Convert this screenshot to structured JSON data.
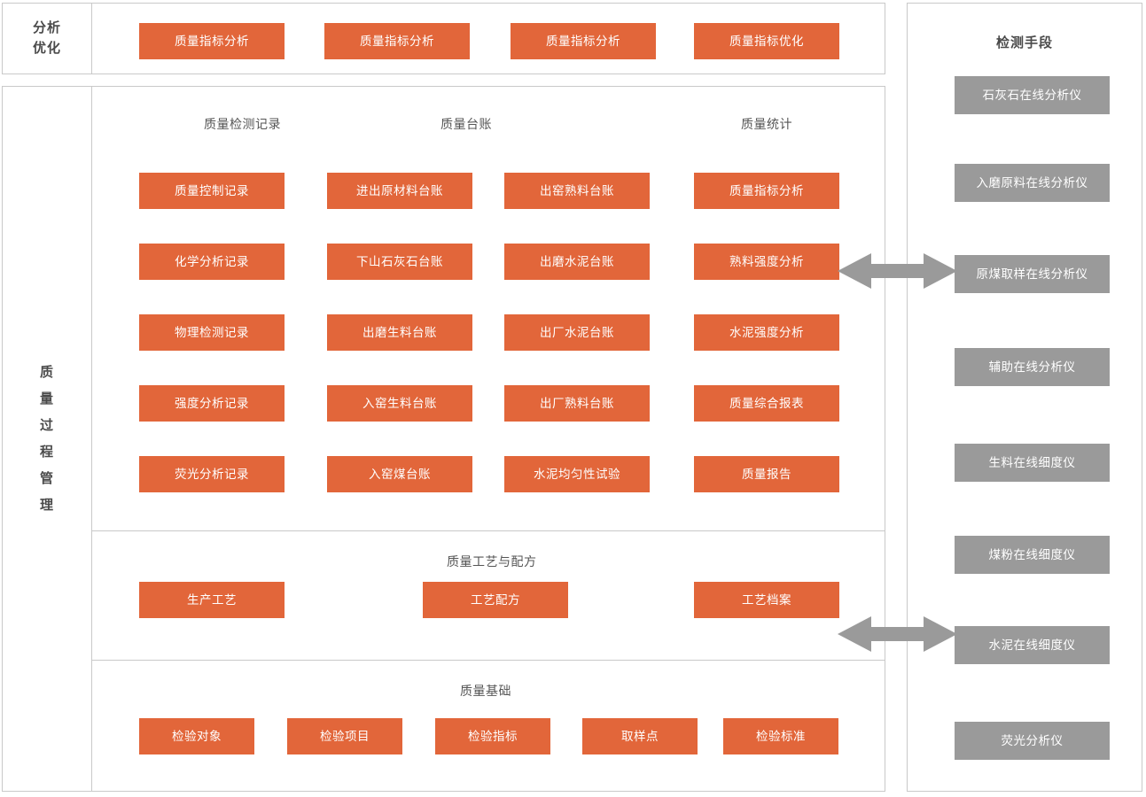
{
  "analysis": {
    "label_lines": [
      "分析",
      "优化"
    ],
    "buttons": [
      {
        "label": "质量指标分析"
      },
      {
        "label": "质量指标分析"
      },
      {
        "label": "质量指标分析"
      },
      {
        "label": "质量指标优化"
      }
    ]
  },
  "process": {
    "label_lines": [
      "质",
      "量",
      "过",
      "程",
      "管",
      "理"
    ],
    "records": {
      "column_titles": [
        "质量检测记录",
        "质量台账",
        "质量统计"
      ],
      "columns": [
        {
          "title": "质量检测记录",
          "items": [
            {
              "label": "质量控制记录"
            },
            {
              "label": "化学分析记录"
            },
            {
              "label": "物理检测记录"
            },
            {
              "label": "强度分析记录"
            },
            {
              "label": "荧光分析记录"
            }
          ]
        },
        {
          "title": "",
          "items": [
            {
              "label": "进出原材料台账"
            },
            {
              "label": "下山石灰石台账"
            },
            {
              "label": "出磨生料台账"
            },
            {
              "label": "入窑生料台账"
            },
            {
              "label": "入窑煤台账"
            }
          ]
        },
        {
          "title": "质量台账",
          "items": [
            {
              "label": "出窑熟料台账"
            },
            {
              "label": "出磨水泥台账"
            },
            {
              "label": "出厂水泥台账"
            },
            {
              "label": "出厂熟料台账"
            },
            {
              "label": "水泥均匀性试验"
            }
          ]
        },
        {
          "title": "质量统计",
          "items": [
            {
              "label": "质量指标分析"
            },
            {
              "label": "熟料强度分析"
            },
            {
              "label": "水泥强度分析"
            },
            {
              "label": "质量综合报表"
            },
            {
              "label": "质量报告"
            }
          ]
        }
      ]
    },
    "craft": {
      "title": "质量工艺与配方",
      "items": [
        {
          "label": "生产工艺"
        },
        {
          "label": "工艺配方"
        },
        {
          "label": "工艺档案"
        }
      ]
    },
    "basis": {
      "title": "质量基础",
      "items": [
        {
          "label": "检验对象"
        },
        {
          "label": "检验项目"
        },
        {
          "label": "检验指标"
        },
        {
          "label": "取样点"
        },
        {
          "label": "检验标准"
        }
      ]
    }
  },
  "detection": {
    "title": "检测手段",
    "items": [
      {
        "label": "石灰石在线分析仪"
      },
      {
        "label": "入磨原料在线分析仪"
      },
      {
        "label": "原煤取样在线分析仪"
      },
      {
        "label": "辅助在线分析仪"
      },
      {
        "label": "生料在线细度仪"
      },
      {
        "label": "煤粉在线细度仪"
      },
      {
        "label": "水泥在线细度仪"
      },
      {
        "label": "荧光分析仪"
      }
    ]
  },
  "connectors": [
    {
      "name": "arrow-clinker-strength-to-coal-analyzer"
    },
    {
      "name": "arrow-craft-to-cement-fineness"
    }
  ],
  "colors": {
    "accent_orange": "#e2663a",
    "neutral_gray": "#9a9a9a",
    "border": "#c9c9c9",
    "text_dark": "#4a4a4a"
  }
}
